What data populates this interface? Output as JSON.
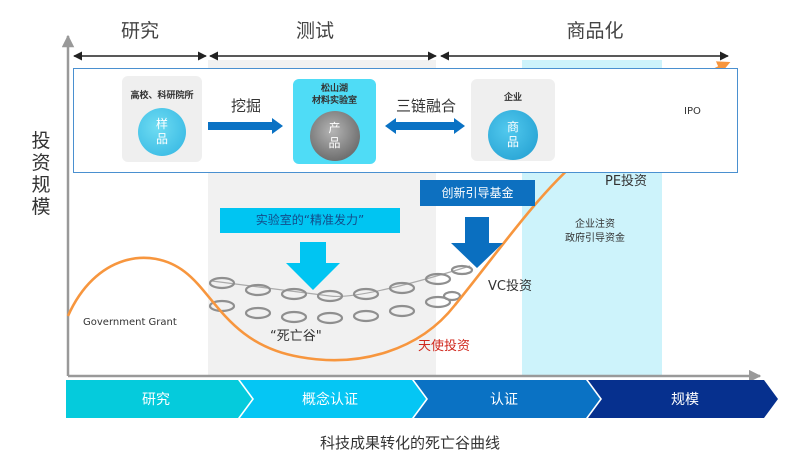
{
  "phases": {
    "research": "研究",
    "testing": "测试",
    "commercialization": "商品化"
  },
  "y_axis_label": "投资规模",
  "flow": {
    "source_card": {
      "title": "高校、科研院所",
      "circle_line1": "样",
      "circle_line2": "品"
    },
    "arrow_dig_label": "挖掘",
    "lab_card": {
      "title_line1": "松山湖",
      "title_line2": "材料实验室",
      "circle_line1": "产",
      "circle_line2": "品"
    },
    "arrow_integrate_label": "三链融合",
    "company_card": {
      "title": "企业",
      "circle_line1": "商",
      "circle_line2": "品"
    }
  },
  "banners": {
    "lab_focus": "实验室的“精准发力”",
    "innovation_fund": "创新引导基金"
  },
  "curve_labels": {
    "government_grant": "Government Grant",
    "death_valley": "“死亡谷\"",
    "angel": "天使投资",
    "vc": "VC投资",
    "pe": "PE投资",
    "ipo": "IPO",
    "corporate_line1": "企业注资",
    "corporate_line2": "政府引导资金"
  },
  "stages": [
    {
      "label": "研究",
      "color": "#05cbdc"
    },
    {
      "label": "概念认证",
      "color": "#05c6f4"
    },
    {
      "label": "认证",
      "color": "#0a72c4"
    },
    {
      "label": "规模",
      "color": "#06308e"
    }
  ],
  "colors": {
    "curve": "#f7963e",
    "angel_text": "#d0281e",
    "frame": "#4a90d0",
    "axis": "#999999"
  },
  "caption": "科技成果转化的死亡谷曲线"
}
